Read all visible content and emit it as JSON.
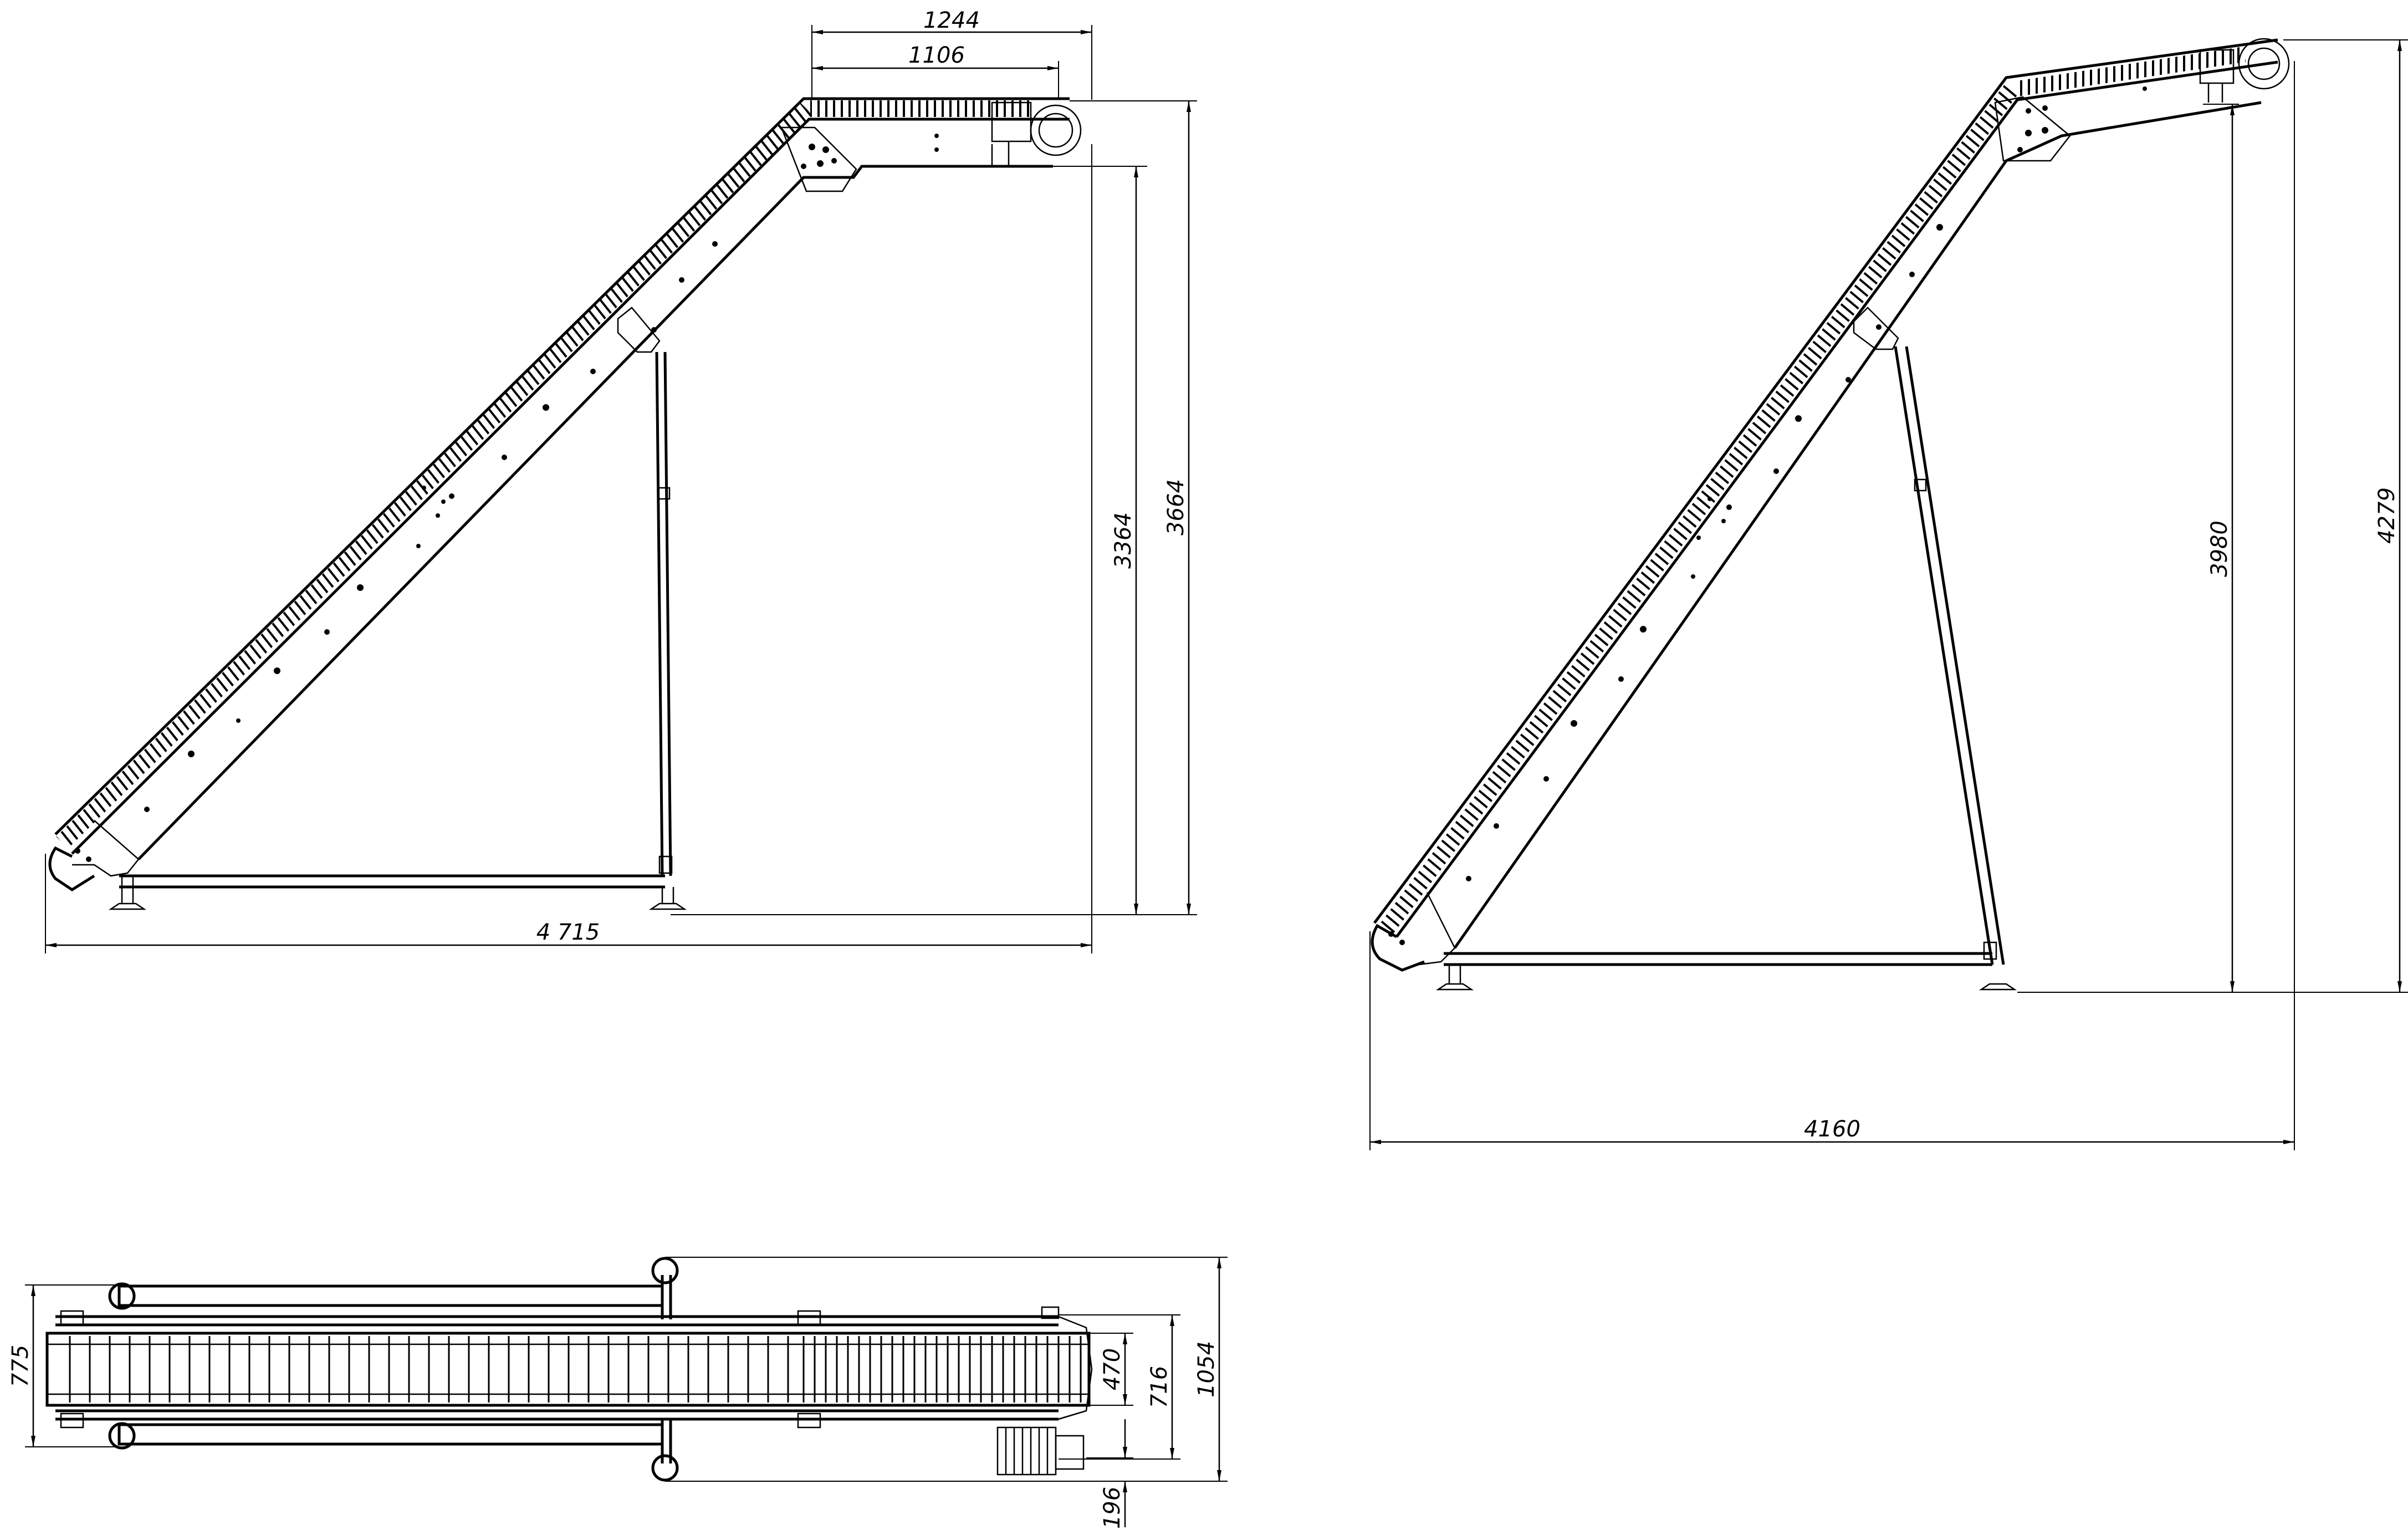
{
  "views": {
    "side_view_1": {
      "dimensions": {
        "top_width_outer": "1244",
        "top_width_inner": "1106",
        "height_lower": "3364",
        "height_upper": "3664",
        "total_length": "4 715"
      }
    },
    "side_view_2": {
      "dimensions": {
        "height_lower": "3980",
        "height_upper": "4279",
        "total_length": "4160"
      }
    },
    "top_view": {
      "dimensions": {
        "frame_width": "775",
        "belt_width": "470",
        "inner_width": "716",
        "overall_width": "1054",
        "motor_offset": "196"
      }
    }
  }
}
